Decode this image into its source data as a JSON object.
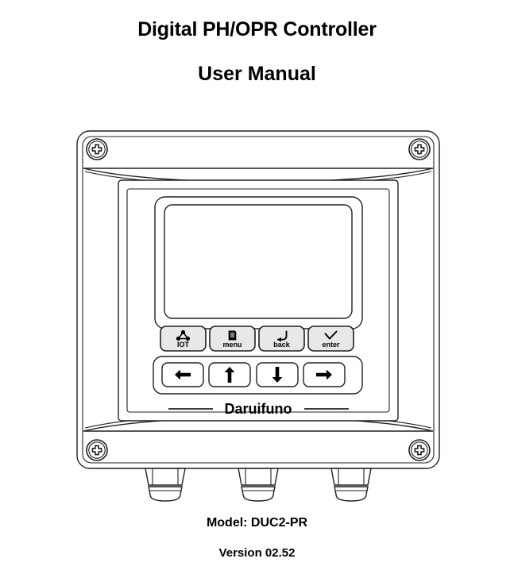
{
  "document": {
    "title": "Digital PH/OPR Controller",
    "subtitle": "User Manual",
    "model_caption": "Model: DUC2-PR",
    "version_caption": "Version 02.52"
  },
  "device": {
    "brand_label": "Daruifuno",
    "screen": {
      "content": ""
    },
    "function_buttons": [
      {
        "label": "IOT",
        "icon": "iot-network-icon"
      },
      {
        "label": "menu",
        "icon": "document-lines-icon"
      },
      {
        "label": "back",
        "icon": "return-arrow-icon"
      },
      {
        "label": "enter",
        "icon": "checkmark-icon"
      }
    ],
    "arrow_buttons": [
      {
        "label": "left",
        "icon": "arrow-left-icon"
      },
      {
        "label": "up",
        "icon": "arrow-up-icon"
      },
      {
        "label": "down",
        "icon": "arrow-down-icon"
      },
      {
        "label": "right",
        "icon": "arrow-right-icon"
      }
    ],
    "screws": [
      {
        "position": "top-left"
      },
      {
        "position": "top-right"
      },
      {
        "position": "bottom-left"
      },
      {
        "position": "bottom-right"
      }
    ],
    "cable_glands": [
      {
        "position": "left"
      },
      {
        "position": "center"
      },
      {
        "position": "right"
      }
    ]
  },
  "colors": {
    "page_background": "#ffffff",
    "line": "#231f20",
    "text": "#000000",
    "button_fill": "#e8e8e8",
    "screen_fill": "#ffffff"
  }
}
